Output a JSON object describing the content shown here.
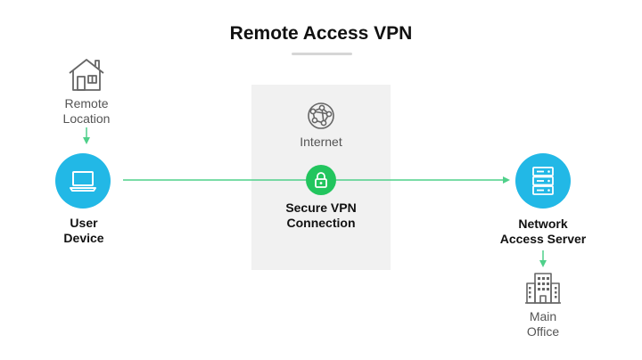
{
  "title": "Remote Access VPN",
  "nodes": {
    "remote_location": {
      "label_line1": "Remote",
      "label_line2": "Location",
      "icon": "house-icon"
    },
    "user_device": {
      "label_line1": "User",
      "label_line2": "Device",
      "icon": "laptop-icon"
    },
    "internet": {
      "label": "Internet",
      "icon": "network-globe-icon"
    },
    "vpn": {
      "label_line1": "Secure VPN",
      "label_line2": "Connection",
      "icon": "lock-icon"
    },
    "nas": {
      "label_line1": "Network",
      "label_line2": "Access Server",
      "icon": "server-icon"
    },
    "main_office": {
      "label_line1": "Main",
      "label_line2": "Office",
      "icon": "office-building-icon"
    }
  },
  "colors": {
    "accent_blue": "#22b8e6",
    "accent_green": "#22c55e",
    "arrow_green": "#4fd08a",
    "panel_gray": "#f1f1f1",
    "icon_gray": "#666666"
  }
}
